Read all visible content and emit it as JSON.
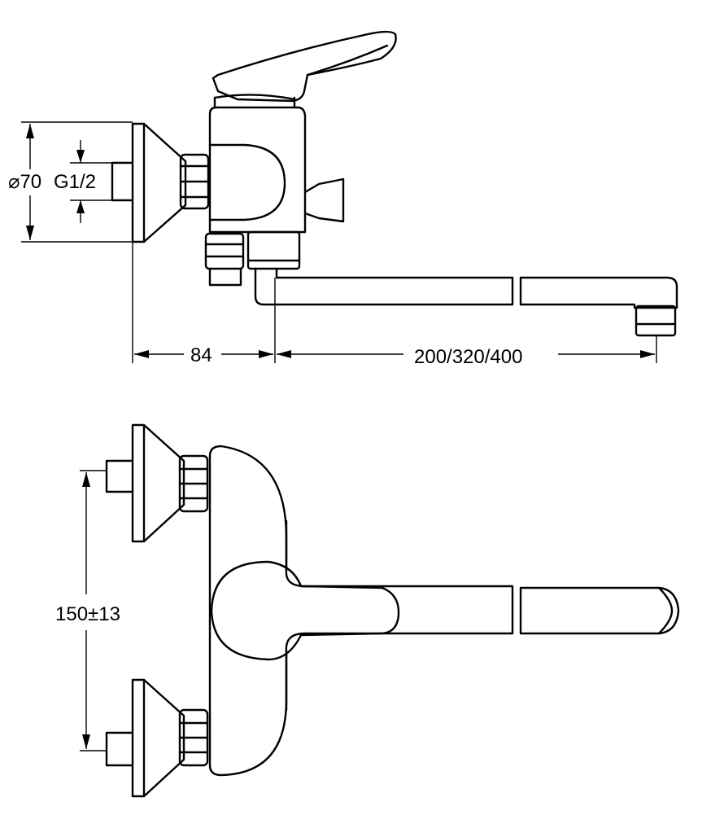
{
  "drawing": {
    "labels": {
      "flange_diameter": "⌀70",
      "thread": "G1/2",
      "wall_offset": "84",
      "spout_length": "200/320/400",
      "inlet_spacing": "150±13"
    }
  }
}
